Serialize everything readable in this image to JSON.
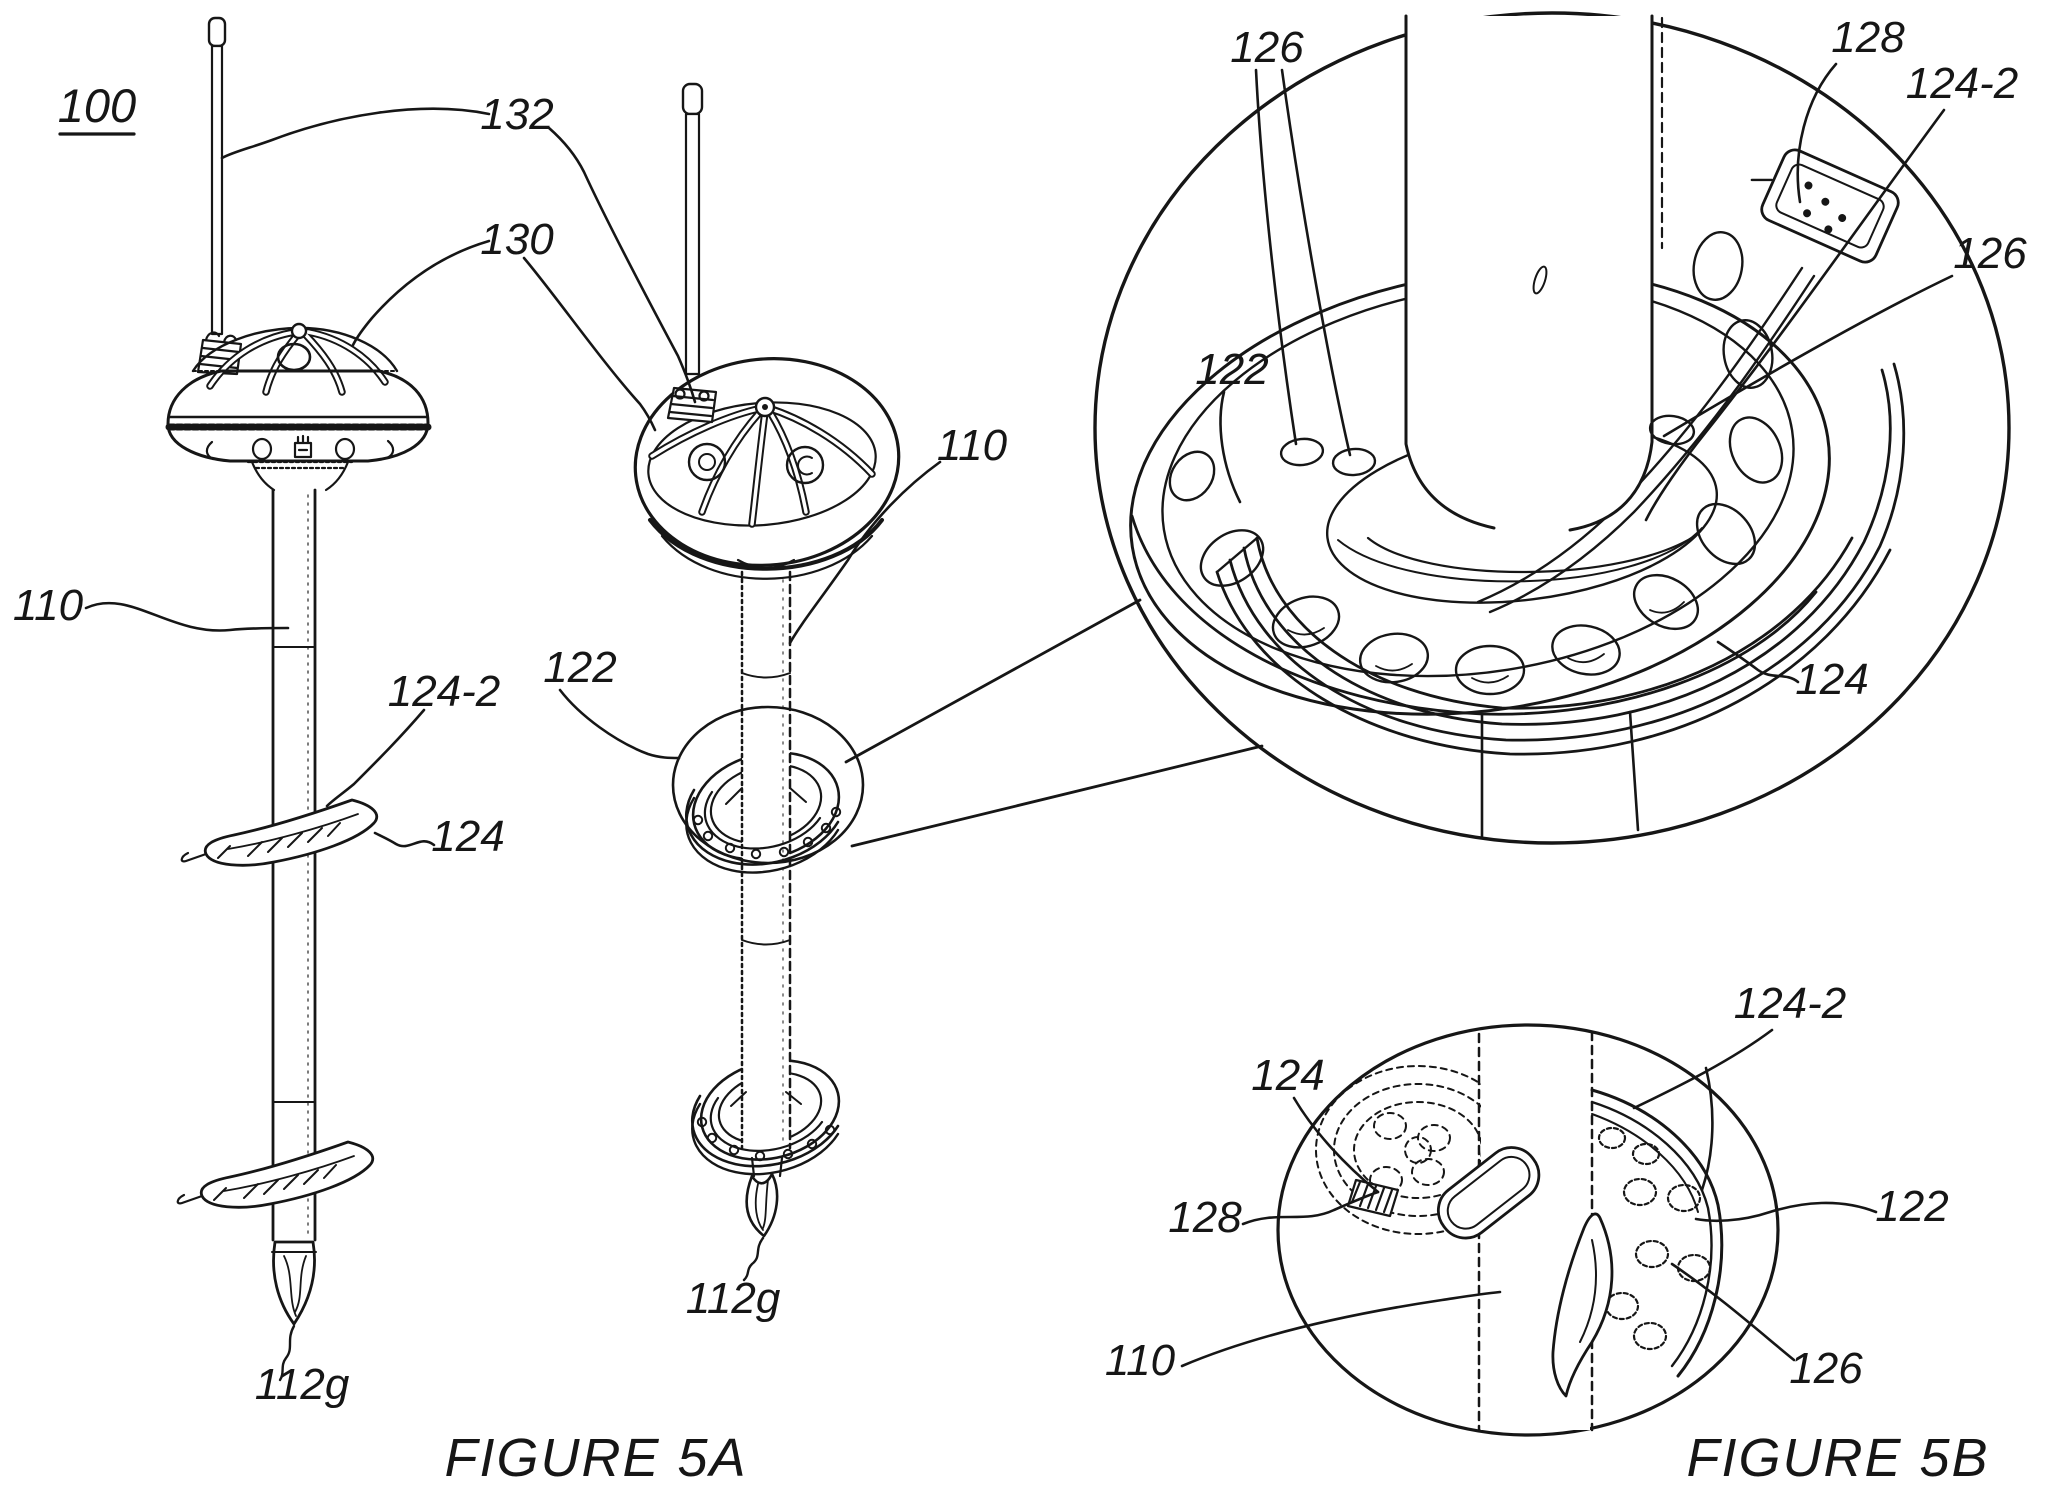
{
  "figure": {
    "type": "patent-line-drawing",
    "captions": {
      "fig5a": "FIGURE 5A",
      "fig5b": "FIGURE 5B"
    },
    "labels": {
      "ref100": "100",
      "l132": "132",
      "l130": "130",
      "d1_110": "110",
      "d1_124_2": "124-2",
      "d1_124": "124",
      "d1_112g": "112g",
      "d2_122": "122",
      "d2_110": "110",
      "d2_112g": "112g",
      "t_126a": "126",
      "t_128": "128",
      "t_124_2": "124-2",
      "t_126b": "126",
      "t_122": "122",
      "t_124": "124",
      "b_124_2": "124-2",
      "b_124": "124",
      "b_128": "128",
      "b_110": "110",
      "b_122": "122",
      "b_126": "126"
    },
    "ink_color": "#161616",
    "background_color": "#ffffff"
  }
}
